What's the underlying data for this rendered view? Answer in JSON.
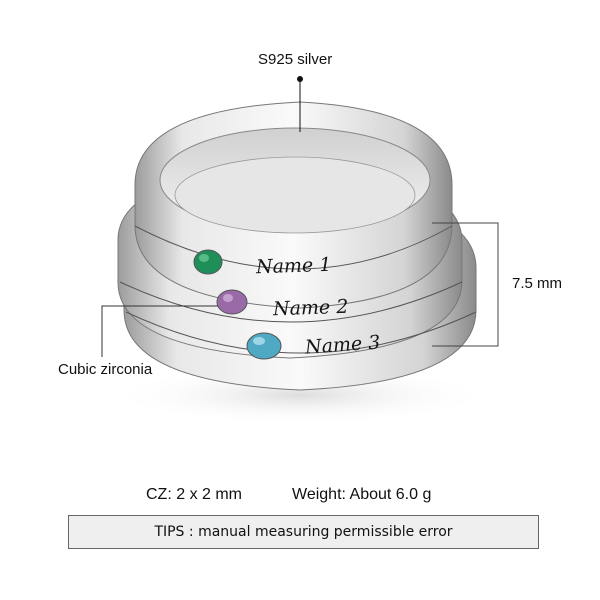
{
  "product": {
    "material_label": "S925 silver",
    "height_label": "7.5 mm",
    "stone_label": "Cubic zirconia",
    "engravings": [
      "Name 1",
      "Name 2",
      "Name 3"
    ],
    "stones": [
      {
        "name": "emerald-green",
        "color": "#1f8f5a"
      },
      {
        "name": "amethyst-purple",
        "color": "#9a6aa8"
      },
      {
        "name": "aquamarine-blue",
        "color": "#4fa9c4"
      }
    ]
  },
  "specs": {
    "cz_size": "CZ: 2 x 2 mm",
    "weight": "Weight: About 6.0 g"
  },
  "tips": {
    "text": "TIPS : manual measuring permissible error"
  }
}
